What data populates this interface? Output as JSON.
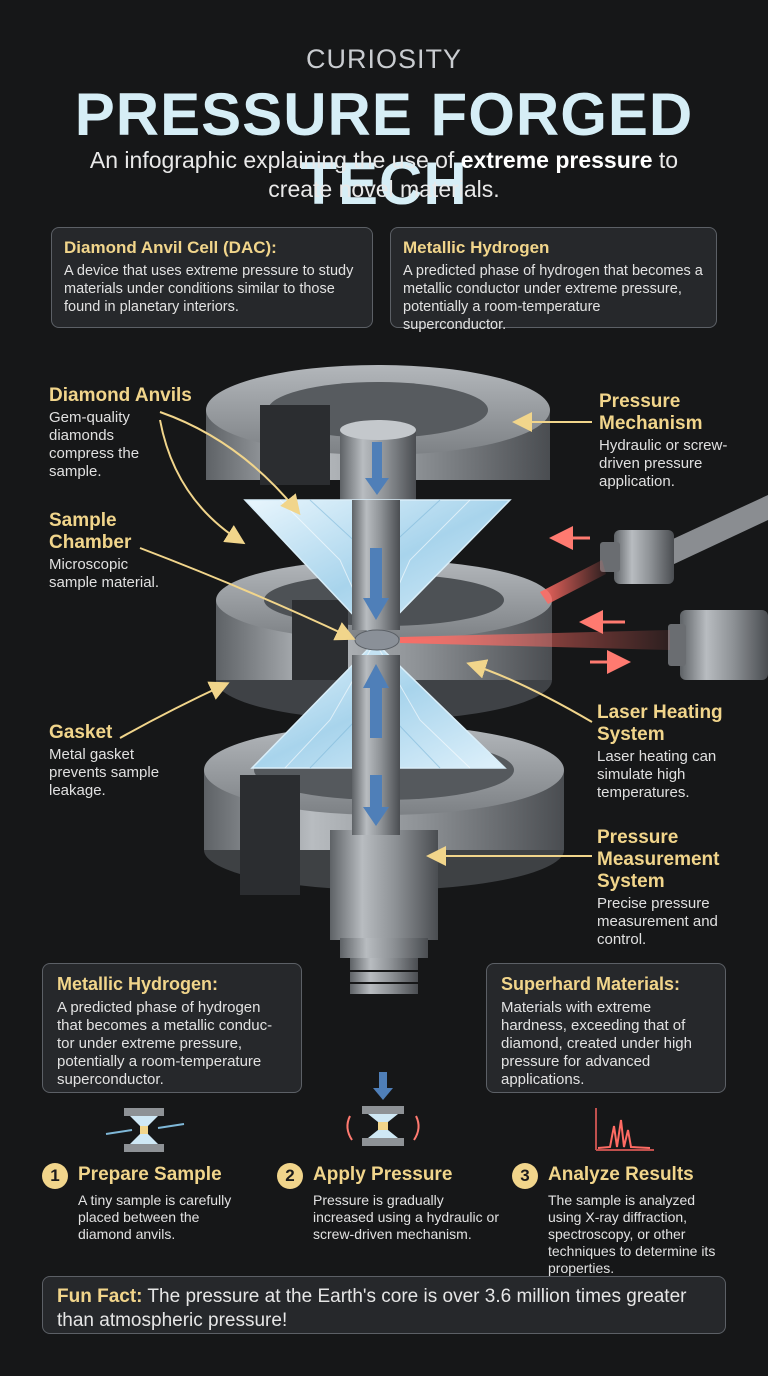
{
  "header": {
    "kicker": "CURIOSITY",
    "title": "PRESSURE FORGED TECH",
    "subtitle_pre": "An infographic explaining the use of ",
    "subtitle_bold": "extreme pressure",
    "subtitle_post": " to create novel materials."
  },
  "top_cards": [
    {
      "title": "Diamond Anvil Cell (DAC):",
      "body": "A device that uses extreme pressure to study materials under conditions similar to those found in planetary interiors."
    },
    {
      "title": "Metallic Hydrogen",
      "body": "A predicted phase of hydrogen that becomes a metallic conductor under extreme pressure, potentially a room-temperature superconductor."
    }
  ],
  "labels": {
    "diamond_anvils": {
      "title": "Diamond Anvils",
      "desc": "Gem-quality diamonds compress the sample."
    },
    "sample_chamber": {
      "title": "Sample Chamber",
      "desc": "Microscopic sample material."
    },
    "gasket": {
      "title": "Gasket",
      "desc": "Metal gasket prevents sample leakage."
    },
    "pressure_mechanism": {
      "title": "Pressure Mechanism",
      "desc": "Hydraulic or screw-driven pressure application."
    },
    "laser_heating": {
      "title": "Laser Heating System",
      "desc": "Laser heating can simulate high temperatures."
    },
    "pressure_measurement": {
      "title": "Pressure Measurement System",
      "desc": "Precise pressure measurement and control."
    }
  },
  "bottom_cards": [
    {
      "title": "Metallic Hydrogen:",
      "body": "A predicted phase of hydrogen that becomes a metallic conduc-tor under extreme pressure, potentially a room-temperature superconductor."
    },
    {
      "title": "Superhard Materials:",
      "body": "Materials with extreme hardness, exceeding that of diamond, created under high pressure for advanced applications."
    }
  ],
  "steps": [
    {
      "num": "1",
      "title": "Prepare Sample",
      "desc": "A tiny sample is carefully placed between the diamond anvils."
    },
    {
      "num": "2",
      "title": "Apply Pressure",
      "desc": "Pressure is gradually increased using a hydraulic or screw-driven mechanism."
    },
    {
      "num": "3",
      "title": "Analyze Results",
      "desc": "The sample is analyzed using X-ray diffraction, spectroscopy, or other techniques to determine its properties."
    }
  ],
  "fun_fact": {
    "label": "Fun Fact:",
    "text": " The pressure at the Earth's core is over 3.6 million times greater than atmospheric pressure!"
  },
  "colors": {
    "accent": "#f1d58b",
    "title": "#d6eef6",
    "background": "#161718",
    "laser": "#ff6b63",
    "pressure_arrow": "#4f7fb8",
    "metal": "#9a9ea3"
  }
}
